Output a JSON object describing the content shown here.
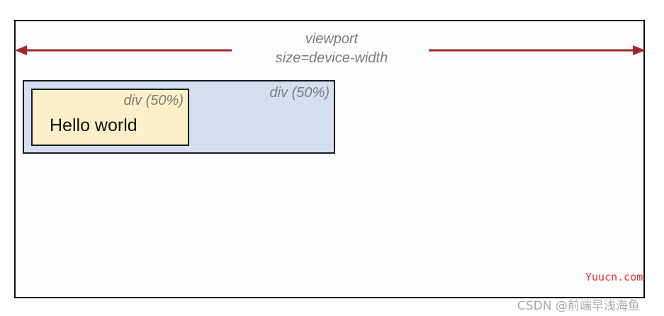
{
  "viewport": {
    "label_line1": "viewport",
    "label_line2": "size=device-width"
  },
  "outer_div": {
    "label": "div (50%)"
  },
  "inner_div": {
    "label": "div (50%)",
    "content": "Hello world"
  },
  "watermarks": {
    "site": "Yuucn.com",
    "csdn": "CSDN @前端早浅海鱼"
  },
  "colors": {
    "arrow": "#a02a2a",
    "outer_fill": "#d3e0f2",
    "inner_fill": "#fdf0c9",
    "label_gray": "#7b7b7b",
    "watermark_red": "#ea2e2e"
  }
}
